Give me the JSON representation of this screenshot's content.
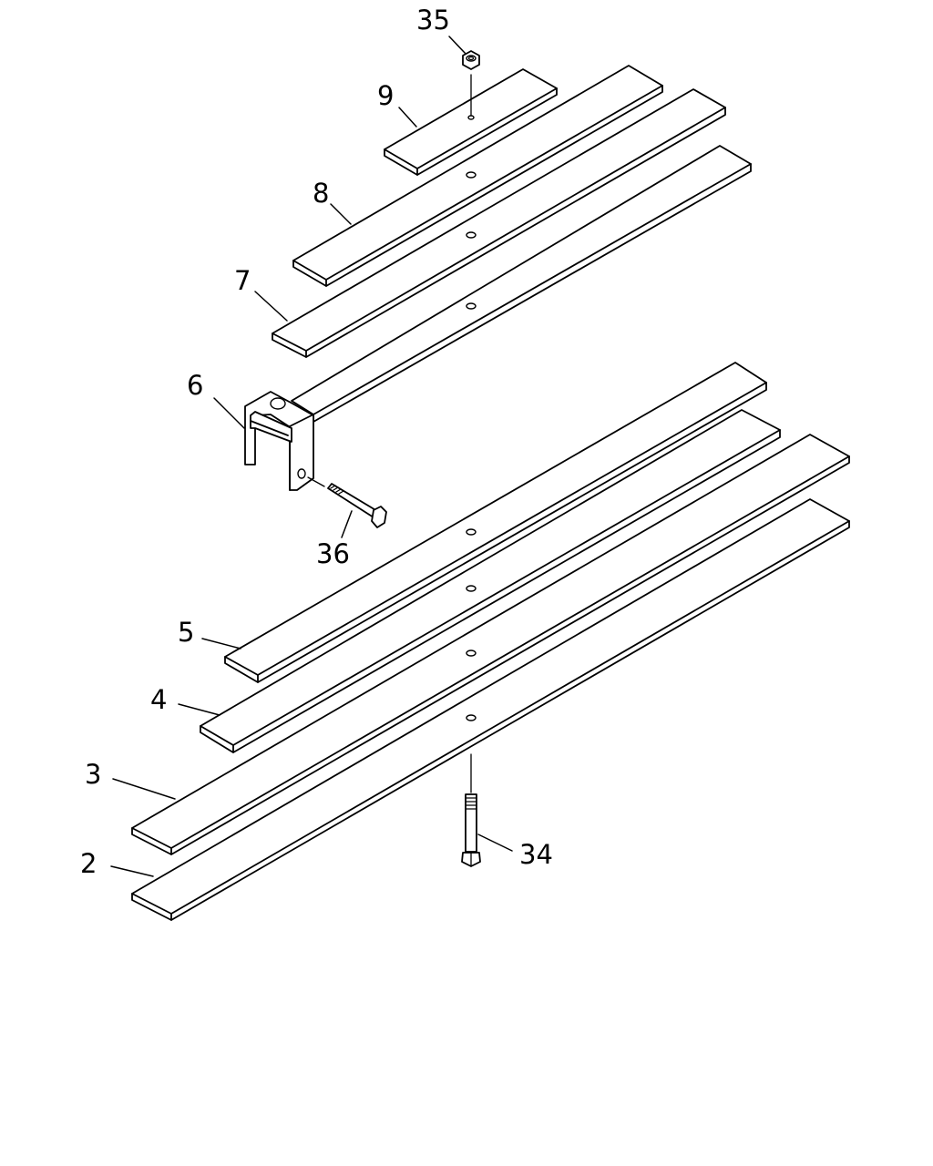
{
  "callouts": {
    "c2": "2",
    "c3": "3",
    "c4": "4",
    "c5": "5",
    "c6": "6",
    "c7": "7",
    "c8": "8",
    "c9": "9",
    "c34": "34",
    "c35": "35",
    "c36": "36"
  }
}
